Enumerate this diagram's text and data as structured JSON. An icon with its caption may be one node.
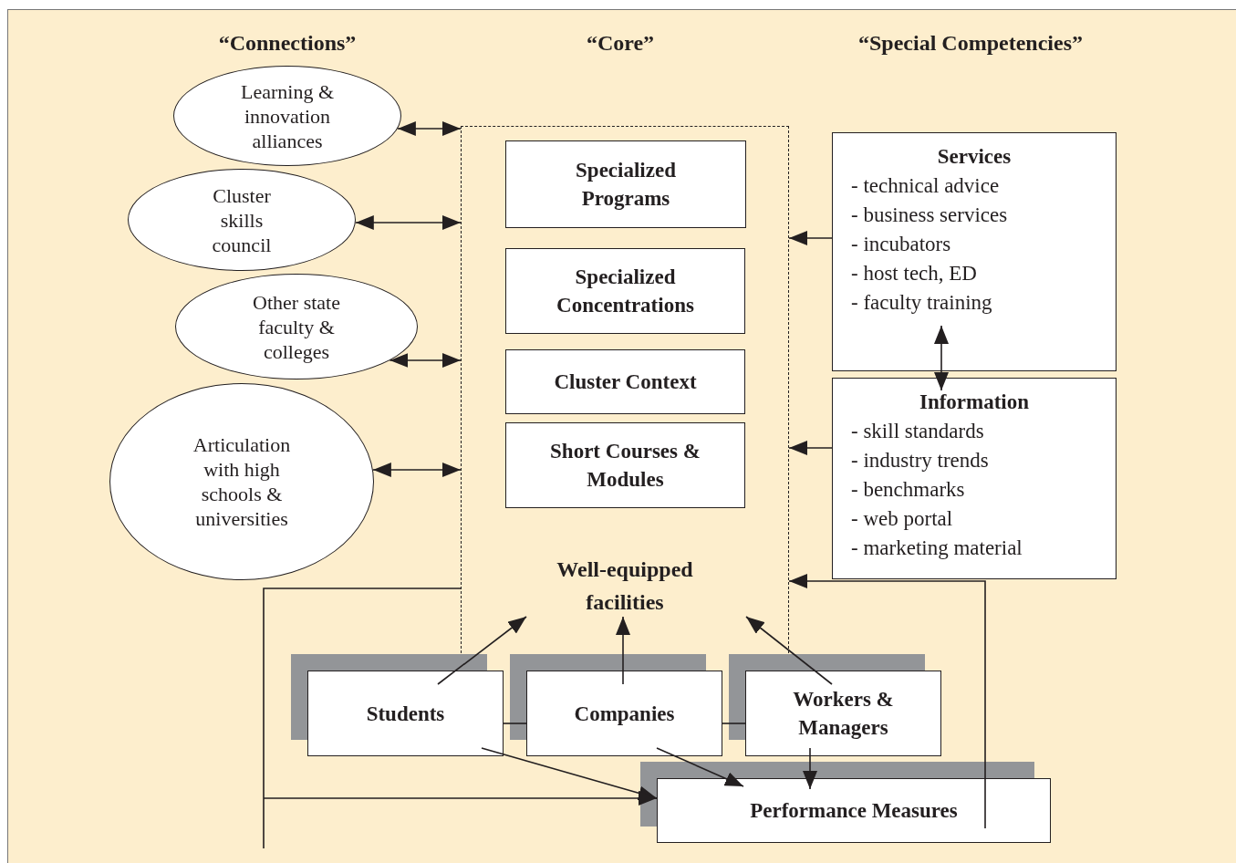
{
  "diagram": {
    "nodes": [
      {
        "text": [
          "Learning & innovation alliances"
        ]
      },
      {
        "text": [
          "Cluster skills council"
        ]
      },
      {
        "text": [
          "Other state faculty & colleges"
        ]
      },
      {
        "text": [
          "Articulation with high schools & universities"
        ]
      },
      {
        "text": [
          "Well-equipped facilities"
        ]
      },
      {
        "text": [
          "Specialized Programs"
        ],
        "in": 4
      },
      {
        "text": [
          "Specialized Concentrations"
        ],
        "in": 4
      },
      {
        "text": [
          "Cluster Context"
        ],
        "in": 4
      },
      {
        "text": [
          "Short Courses & Modules"
        ],
        "in": 4
      },
      {
        "text": [
          "Services",
          "- technical advice",
          "- business services",
          "- incubators",
          "- host tech, ED",
          "- faculty training"
        ]
      },
      {
        "text": [
          "Information",
          "- skill standards",
          "- industry trends",
          "- benchmarks",
          "- web portal",
          "- marketing material"
        ]
      },
      {
        "text": [
          "Students"
        ]
      },
      {
        "text": [
          "Companies"
        ]
      },
      {
        "text": [
          "Workers & Managers"
        ]
      },
      {
        "text": [
          "Performance Measures"
        ]
      }
    ],
    "edges": [
      {
        "from": 0,
        "to": 4,
        "arrow": "both"
      },
      {
        "from": 1,
        "to": 4,
        "arrow": "both"
      },
      {
        "from": 2,
        "to": 4,
        "arrow": "both"
      },
      {
        "from": 3,
        "to": 4,
        "arrow": "both"
      },
      {
        "from": 9,
        "to": 4,
        "arrow": "to"
      },
      {
        "from": 10,
        "to": 4,
        "arrow": "to"
      },
      {
        "from": 9,
        "to": 10,
        "arrow": "both"
      },
      {
        "from": 11,
        "to": 4,
        "arrow": "to"
      },
      {
        "from": 12,
        "to": 4,
        "arrow": "to"
      },
      {
        "from": 13,
        "to": 4,
        "arrow": "to"
      },
      {
        "from": 11,
        "to": 14,
        "arrow": "to"
      },
      {
        "from": 12,
        "to": 14,
        "arrow": "to"
      },
      {
        "from": 13,
        "to": 14,
        "arrow": "to"
      },
      {
        "from": 14,
        "to": 4,
        "arrow": "to"
      },
      {
        "from": 4,
        "to": 14,
        "arrow": "to"
      },
      {
        "from": 11,
        "to": 12,
        "arrow": "none"
      },
      {
        "from": 12,
        "to": 13,
        "arrow": "none"
      }
    ],
    "labels": [
      "“Connections”",
      "“Core”",
      "“Special Competencies”"
    ]
  }
}
